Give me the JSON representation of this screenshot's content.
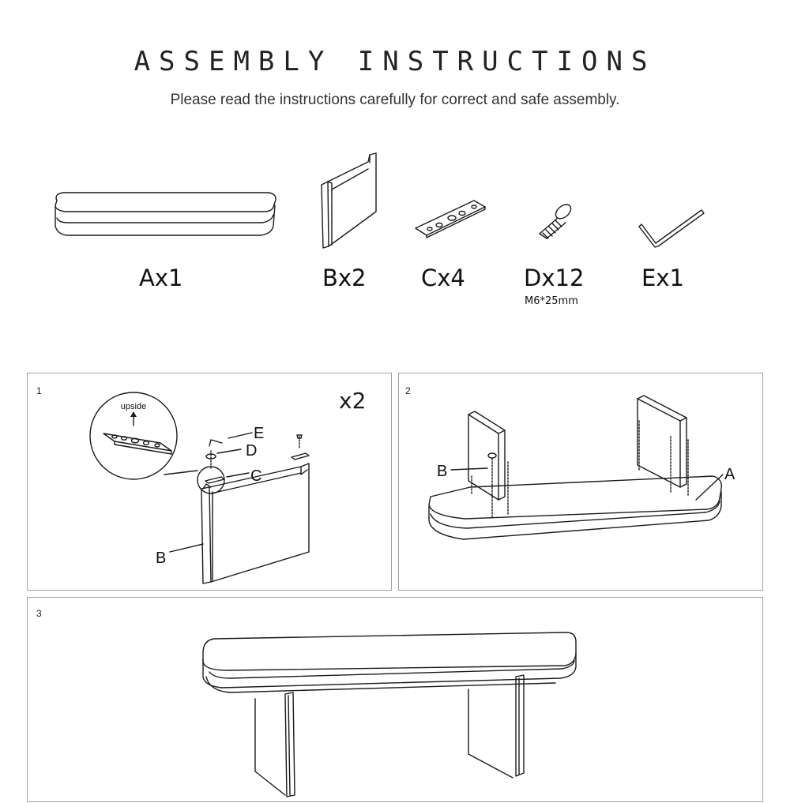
{
  "header": {
    "title": "ASSEMBLY INSTRUCTIONS",
    "subtitle": "Please read the instructions carefully for correct and safe assembly."
  },
  "parts": [
    {
      "label": "Ax1",
      "icon": "seat-cushion-icon"
    },
    {
      "label": "Bx2",
      "icon": "leg-panel-icon"
    },
    {
      "label": "Cx4",
      "icon": "bracket-plate-icon"
    },
    {
      "label": "Dx12",
      "sublabel": "M6*25mm",
      "icon": "bolt-icon"
    },
    {
      "label": "Ex1",
      "icon": "allen-key-icon"
    }
  ],
  "steps": [
    {
      "number": "1",
      "multiplier": "x2",
      "detail_label": "upside",
      "callouts": {
        "e": "E",
        "d": "D",
        "c": "C",
        "b": "B"
      }
    },
    {
      "number": "2",
      "callouts": {
        "b": "B",
        "a": "A"
      }
    },
    {
      "number": "3"
    }
  ]
}
